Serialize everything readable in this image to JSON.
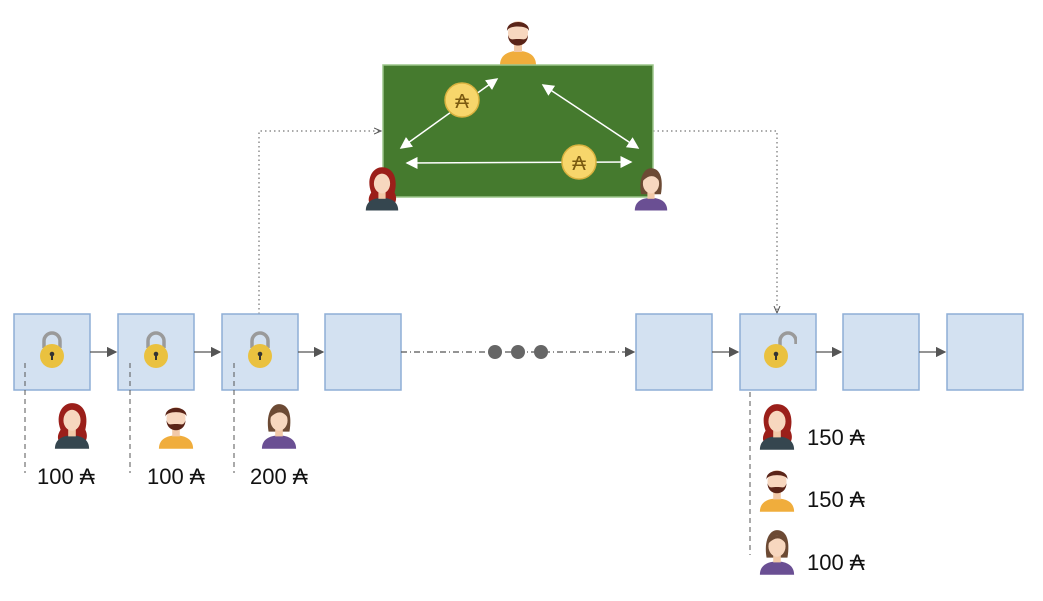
{
  "diagram": {
    "currency_symbol": "₳",
    "channel_color": "#457a2e",
    "block_color": "#d3e1f1",
    "coin_color": "#f7d66b",
    "participants": [
      {
        "name": "woman-red-hair",
        "shirt": "#35464f",
        "hair": "#9b1f1a"
      },
      {
        "name": "man-beard",
        "shirt": "#f0ad3c",
        "hair": "#5a2418"
      },
      {
        "name": "woman-brown-hair",
        "shirt": "#6a4f93",
        "hair": "#6c4a34"
      }
    ],
    "initial_balances": [
      "100 ₳",
      "100 ₳",
      "200 ₳"
    ],
    "final_balances": [
      "150 ₳",
      "150 ₳",
      "100 ₳"
    ]
  }
}
